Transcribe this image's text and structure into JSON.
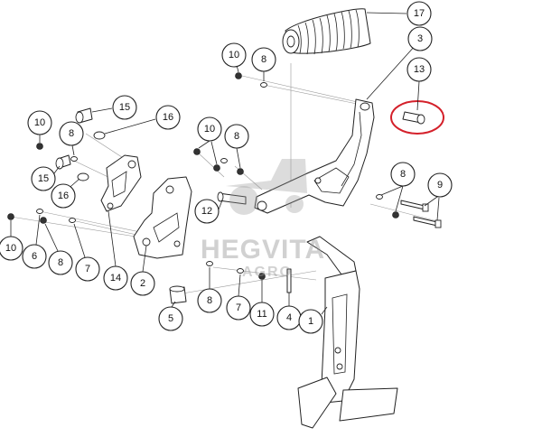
{
  "watermark": {
    "brand": "HEGVITA",
    "sub": "AGRO"
  },
  "callouts": {
    "c1": "1",
    "c2": "2",
    "c3": "3",
    "c4": "4",
    "c5": "5",
    "c6": "6",
    "c7a": "7",
    "c7b": "7",
    "c8a": "8",
    "c8b": "8",
    "c8c": "8",
    "c8d": "8",
    "c8e": "8",
    "c8f": "8",
    "c9": "9",
    "c10a": "10",
    "c10b": "10",
    "c10c": "10",
    "c10d": "10",
    "c11": "11",
    "c12": "12",
    "c13": "13",
    "c14": "14",
    "c15a": "15",
    "c15b": "15",
    "c16a": "16",
    "c16b": "16",
    "c17": "17"
  },
  "colors": {
    "highlight": "#d4202a",
    "watermark": "#9a9a9a",
    "line": "#222222"
  }
}
